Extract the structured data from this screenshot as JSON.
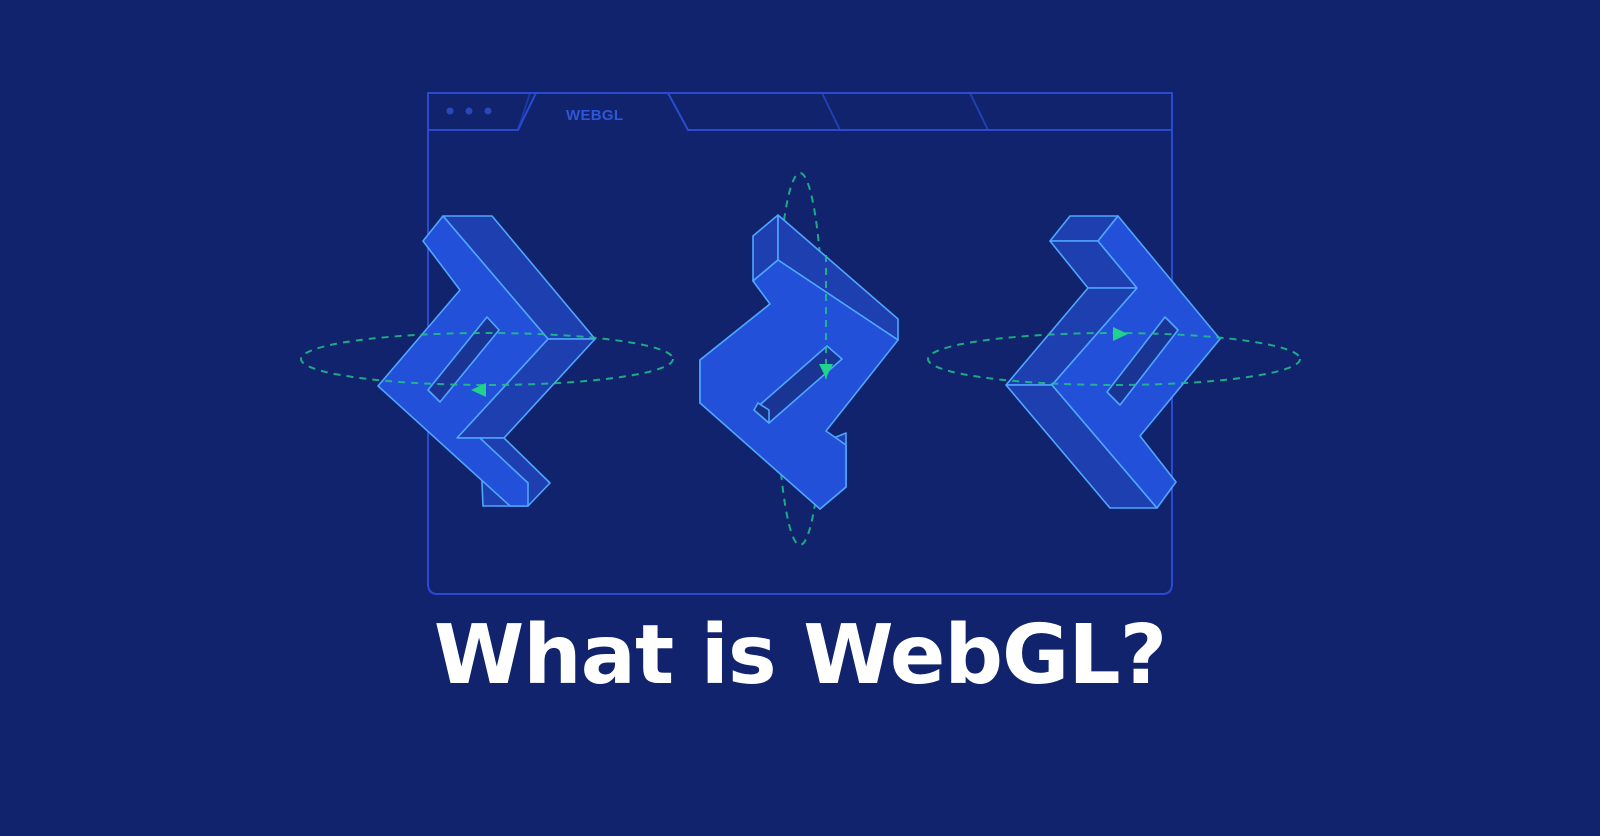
{
  "title": "What is WebGL?",
  "browser_window": {
    "dots": 3,
    "tabs": [
      {
        "label": "WEBGL",
        "active": true
      },
      {
        "label": ""
      },
      {
        "label": ""
      }
    ]
  },
  "illustration": {
    "shapes": [
      {
        "name": "left-shape",
        "rotation_axis": "horizontal",
        "arrow_direction": "left"
      },
      {
        "name": "center-shape",
        "rotation_axis": "vertical",
        "arrow_direction": "down"
      },
      {
        "name": "right-shape",
        "rotation_axis": "horizontal",
        "arrow_direction": "right"
      }
    ]
  },
  "colors": {
    "background": "#10236c",
    "window_stroke": "#2a4bd0",
    "shape_face": "#2350d8",
    "shape_side": "#1d3fb0",
    "shape_edge": "#4fa6ff",
    "orbit": "#1fc38a",
    "title": "#ffffff"
  }
}
